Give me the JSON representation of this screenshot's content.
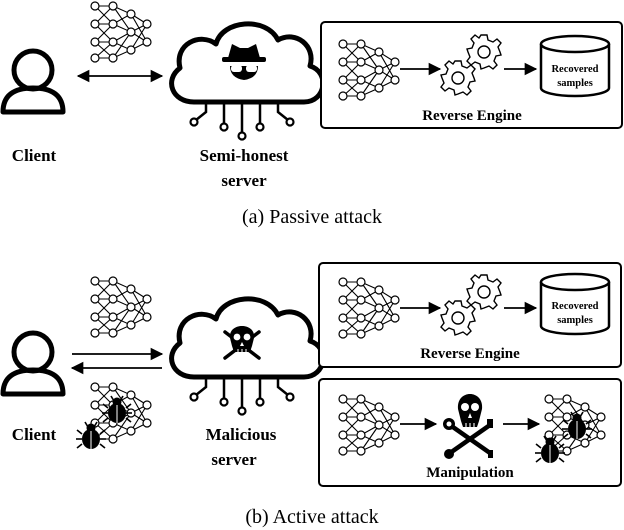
{
  "passive": {
    "client_label": "Client",
    "server_label_1": "Semi-honest",
    "server_label_2": "server",
    "reverse_engine_label": "Reverse Engine",
    "recovered_1": "Recovered",
    "recovered_2": "samples",
    "caption": "(a)  Passive attack"
  },
  "active": {
    "client_label": "Client",
    "server_label_1": "Malicious",
    "server_label_2": "server",
    "reverse_engine_label": "Reverse Engine",
    "recovered_1": "Recovered",
    "recovered_2": "samples",
    "manipulation_label": "Manipulation",
    "caption": "(b)  Active attack"
  },
  "icons": [
    "user-icon",
    "neural-network-icon",
    "cloud-server-icon",
    "spy-icon",
    "skull-icon",
    "gear-icon",
    "database-icon",
    "bug-icon",
    "skull-crossed-tools-icon"
  ]
}
